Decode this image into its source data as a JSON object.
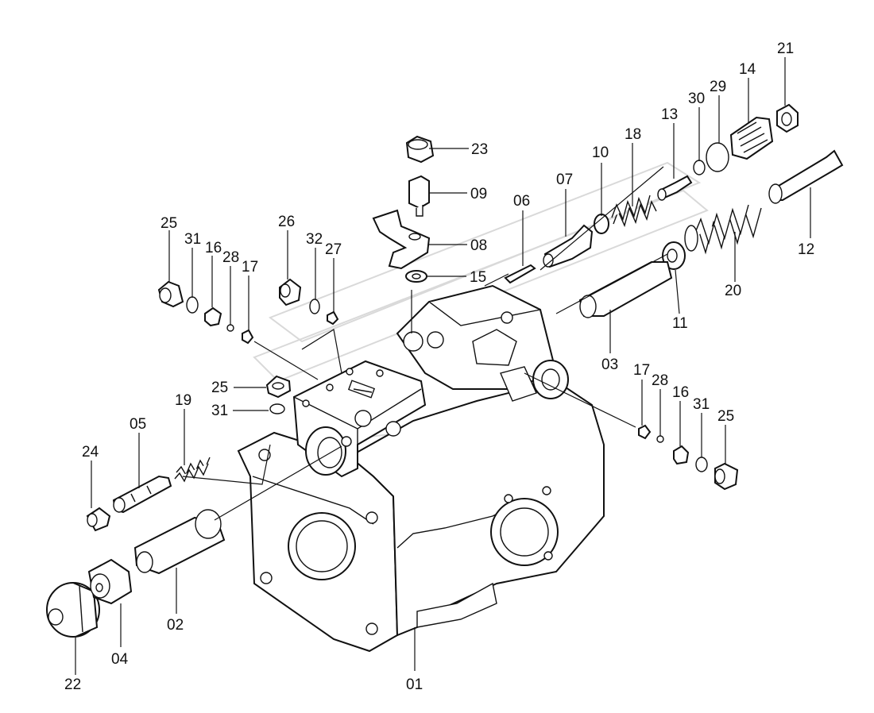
{
  "callouts": [
    {
      "id": "c01",
      "text": "01"
    },
    {
      "id": "c02",
      "text": "02"
    },
    {
      "id": "c03",
      "text": "03"
    },
    {
      "id": "c04",
      "text": "04"
    },
    {
      "id": "c05",
      "text": "05"
    },
    {
      "id": "c06",
      "text": "06"
    },
    {
      "id": "c07",
      "text": "07"
    },
    {
      "id": "c08",
      "text": "08"
    },
    {
      "id": "c09",
      "text": "09"
    },
    {
      "id": "c10",
      "text": "10"
    },
    {
      "id": "c11",
      "text": "11"
    },
    {
      "id": "c12",
      "text": "12"
    },
    {
      "id": "c13",
      "text": "13"
    },
    {
      "id": "c14",
      "text": "14"
    },
    {
      "id": "c15",
      "text": "15"
    },
    {
      "id": "c16a",
      "text": "16"
    },
    {
      "id": "c16b",
      "text": "16"
    },
    {
      "id": "c17a",
      "text": "17"
    },
    {
      "id": "c17b",
      "text": "17"
    },
    {
      "id": "c18",
      "text": "18"
    },
    {
      "id": "c19",
      "text": "19"
    },
    {
      "id": "c20",
      "text": "20"
    },
    {
      "id": "c21",
      "text": "21"
    },
    {
      "id": "c22",
      "text": "22"
    },
    {
      "id": "c23",
      "text": "23"
    },
    {
      "id": "c24",
      "text": "24"
    },
    {
      "id": "c25a",
      "text": "25"
    },
    {
      "id": "c25b",
      "text": "25"
    },
    {
      "id": "c25c",
      "text": "25"
    },
    {
      "id": "c26",
      "text": "26"
    },
    {
      "id": "c27",
      "text": "27"
    },
    {
      "id": "c28a",
      "text": "28"
    },
    {
      "id": "c28b",
      "text": "28"
    },
    {
      "id": "c29",
      "text": "29"
    },
    {
      "id": "c30",
      "text": "30"
    },
    {
      "id": "c31a",
      "text": "31"
    },
    {
      "id": "c31b",
      "text": "31"
    },
    {
      "id": "c31c",
      "text": "31"
    },
    {
      "id": "c32",
      "text": "32"
    }
  ]
}
